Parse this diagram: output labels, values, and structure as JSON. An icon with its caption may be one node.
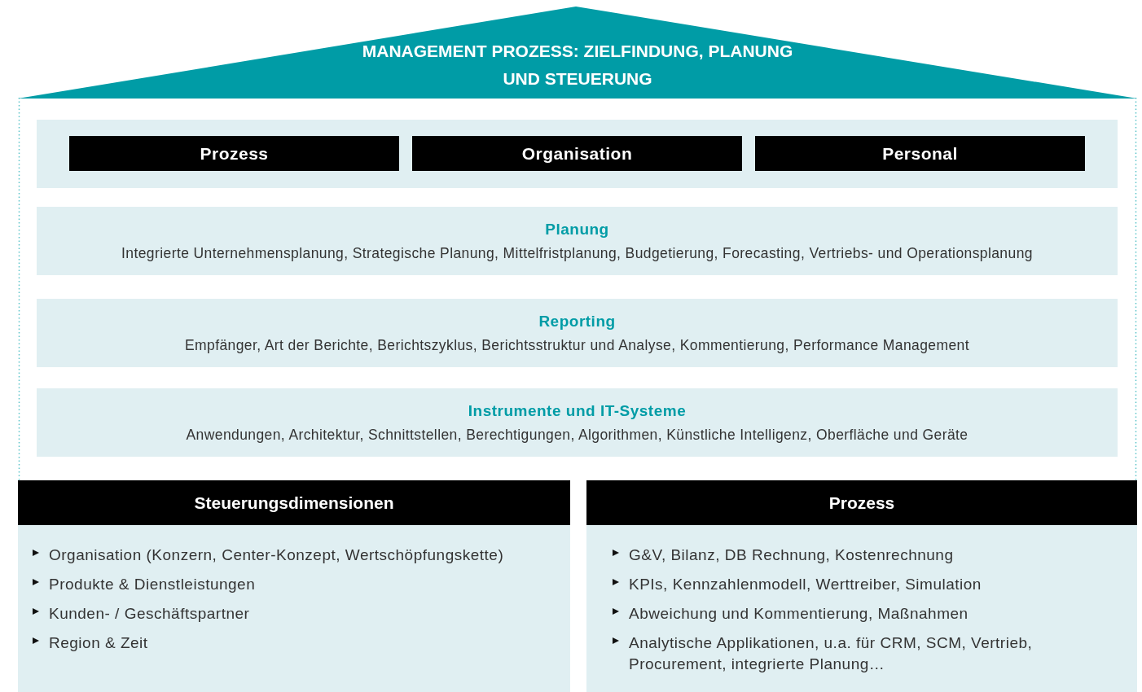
{
  "diagram": {
    "nodes": [
      {
        "text": [
          "MANAGEMENT PROZESS: ZIELFINDUNG, PLANUNG UND STEUERUNG"
        ]
      },
      {
        "text": [],
        "shape": "box"
      },
      {
        "text": [
          "Prozess"
        ],
        "in": 1
      },
      {
        "text": [
          "Organisation"
        ],
        "in": 1
      },
      {
        "text": [
          "Personal"
        ],
        "in": 1
      },
      {
        "text": [
          "Planung",
          "Integrierte Unternehmensplanung, Strategische Planung, Mittelfristplanung, Budgetierung, Forecasting, Vertriebs- und Operationsplanung"
        ]
      },
      {
        "text": [
          "Reporting",
          "Empfänger, Art der Berichte, Berichtszyklus, Berichtsstruktur und Analyse, Kommentierung, Performance Management"
        ]
      },
      {
        "text": [
          "Instrumente und IT-Systeme",
          "Anwendungen, Architektur, Schnittstellen, Berechtigungen, Algorithmen, Künstliche Intelligenz, Oberfläche und Geräte"
        ]
      },
      {
        "text": [
          "Steuerungsdimensionen",
          "Organisation (Konzern, Center-Konzept, Wertschöpfungskette)",
          "Produkte & Dienstleistungen",
          "Kunden- / Geschäftspartner",
          "Region & Zeit"
        ]
      },
      {
        "text": [
          "Prozess",
          "G&V, Bilanz, DB Rechnung, Kostenrechnung",
          "KPIs, Kennzahlenmodell, Werttreiber, Simulation",
          "Abweichung und Kommentierung, Maßnahmen",
          "Analytische Applikationen, u.a. für CRM, SCM, Vertrieb, Procurement, integrierte Planung…"
        ]
      }
    ]
  }
}
